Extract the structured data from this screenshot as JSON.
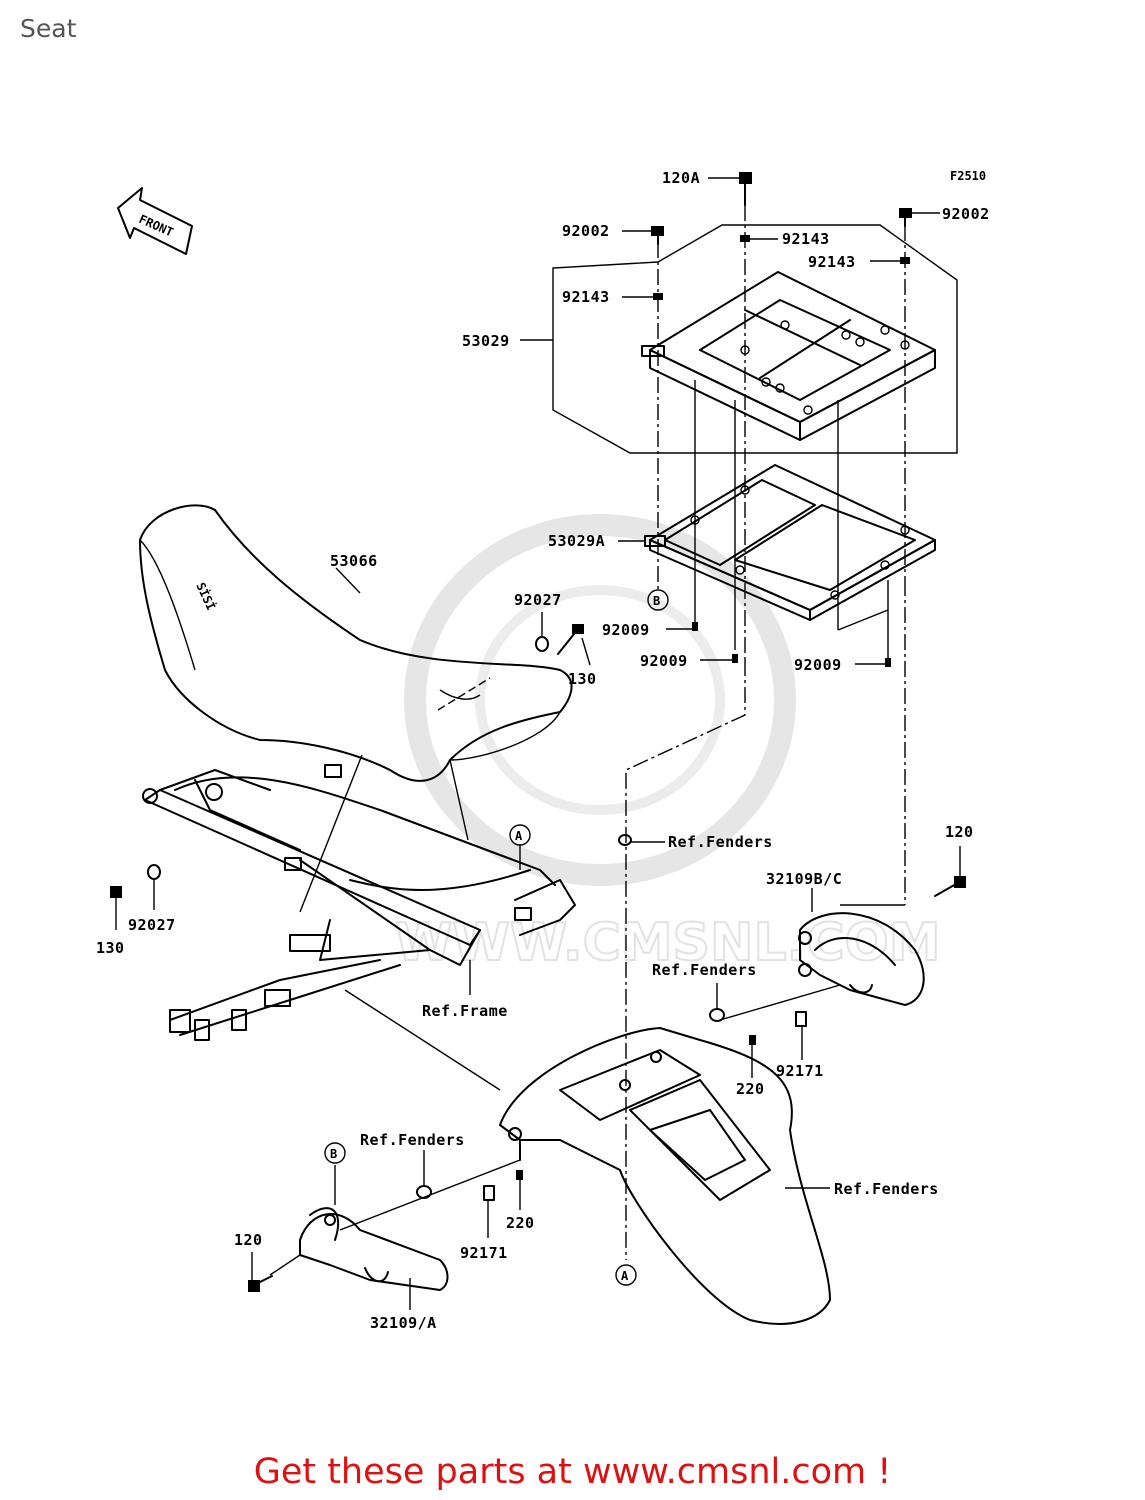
{
  "page": {
    "title": "Seat"
  },
  "diagram": {
    "figure_code": "F2510",
    "front_arrow_label": "FRONT",
    "watermark_text": "WWW.CMSNL.COM",
    "seat_marking": "SİSİ",
    "labels": {
      "p120A": "120A",
      "p92002_left": "92002",
      "p92002_right": "92002",
      "p92143_top": "92143",
      "p92143_right": "92143",
      "p92143_left": "92143",
      "p53029": "53029",
      "p53029A": "53029A",
      "p53066": "53066",
      "p92027_upper": "92027",
      "p130_upper": "130",
      "p92009_a": "92009",
      "p92009_b": "92009",
      "p92009_c": "92009",
      "ref_fenders_1": "Ref.Fenders",
      "p120_right": "120",
      "p32109BC": "32109B/C",
      "ref_fenders_2": "Ref.Fenders",
      "ref_frame": "Ref.Frame",
      "p130_lower": "130",
      "p92027_lower": "92027",
      "p220_right": "220",
      "p92171_right": "92171",
      "ref_fenders_3": "Ref.Fenders",
      "ref_fenders_4": "Ref.Fenders",
      "p220_left": "220",
      "p92171_left": "92171",
      "p120_left": "120",
      "p32109A": "32109/A"
    },
    "callouts": {
      "A": "A",
      "B": "B"
    }
  },
  "footer": {
    "text": "Get these parts at www.cmsnl.com !"
  },
  "colors": {
    "footer": "#dd1111",
    "title": "#555555",
    "line": "#000000",
    "watermark": "#e2e2e2"
  }
}
